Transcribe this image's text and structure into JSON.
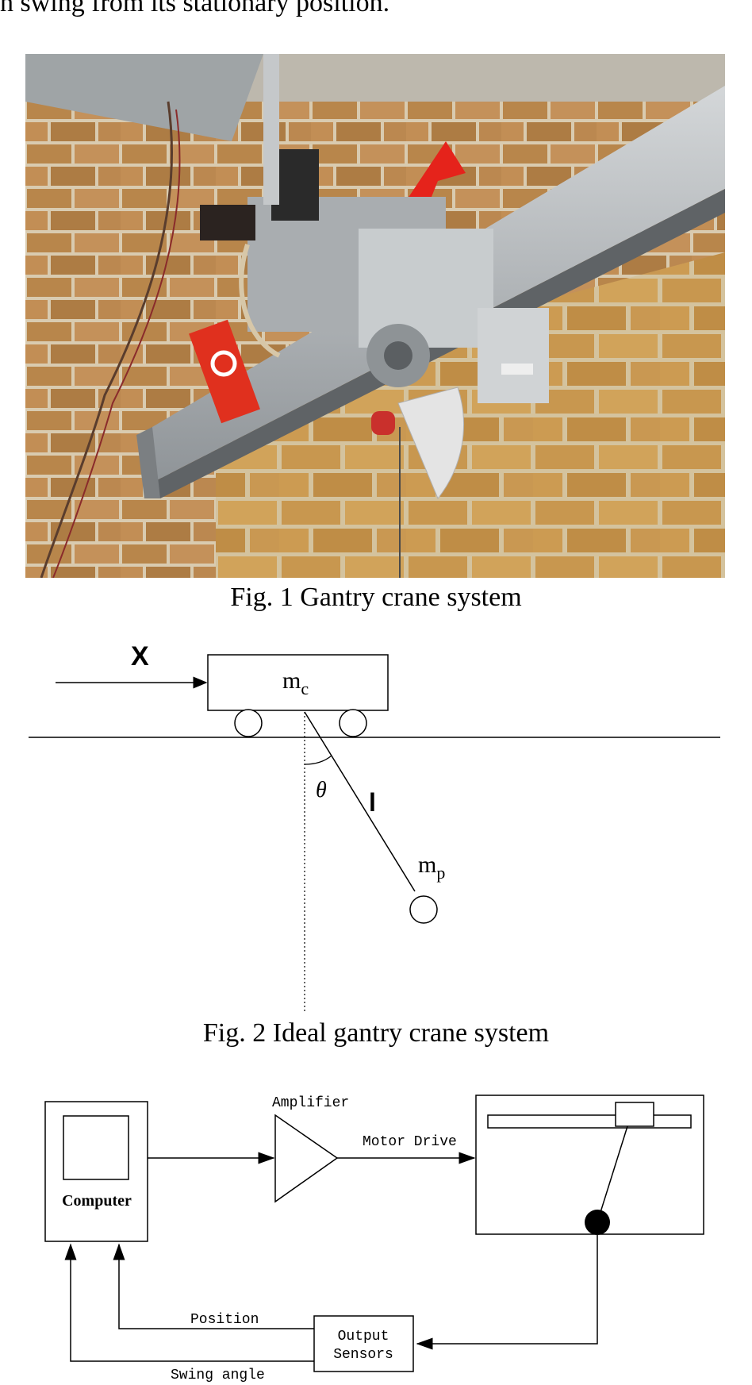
{
  "page": {
    "top_text": "n swing from its stationary position."
  },
  "figure1": {
    "caption": "Fig. 1 Gantry crane system",
    "photo_colors": {
      "brick": "#b8864b",
      "mortar": "#d9cbb0",
      "rail": "#b9bcbf",
      "arrow": "#e5231b",
      "logo": "#e0301e"
    }
  },
  "figure2": {
    "caption": "Fig. 2 Ideal gantry crane system",
    "input_label": "X",
    "cart_label": "m",
    "cart_sub": "c",
    "angle_label": "θ",
    "length_label": "l",
    "pendulum_label": "m",
    "pendulum_sub": "p"
  },
  "figure3": {
    "computer_label": "Computer",
    "amplifier_label": "Amplifier",
    "motor_label": "Motor Drive",
    "sensor_line1": "Output",
    "sensor_line2": "Sensors",
    "position_label": "Position",
    "swing_label": "Swing angle"
  }
}
